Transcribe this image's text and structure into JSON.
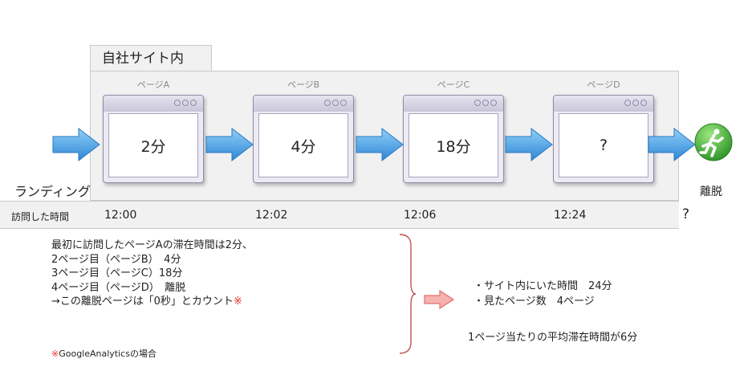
{
  "site_label": "自社サイト内",
  "landing_label": "ランディング",
  "exit_label": "離脱",
  "visit_time_label": "訪問した時間",
  "pages": [
    {
      "label": "ページA",
      "duration": "2分",
      "time": "12:00"
    },
    {
      "label": "ページB",
      "duration": "4分",
      "time": "12:02"
    },
    {
      "label": "ページC",
      "duration": "18分",
      "time": "12:06"
    },
    {
      "label": "ページD",
      "duration": "?",
      "time": "12:24"
    }
  ],
  "exit_time": "?",
  "explanation": {
    "line1": "最初に訪問したページAの滞在時間は2分、",
    "line2": "2ページ目（ページB）　4分",
    "line3": "3ページ目（ページC）18分",
    "line4": "4ページ目（ページD）　離脱",
    "line5": "→この離脱ページは「0秒」とカウント",
    "line5_mark": "※",
    "note": "※GoogleAnalyticsの場合"
  },
  "summary": {
    "item1": "・サイト内にいた時間　24分",
    "item2": "・見たページ数　4ページ",
    "conclusion": "1ページ当たりの平均滞在時間が6分"
  },
  "colors": {
    "arrow_blue": "#3d9be0",
    "arrow_pink": "#f28a8a",
    "runner_green": "#3fb43c",
    "accent_red": "#e8312b"
  }
}
